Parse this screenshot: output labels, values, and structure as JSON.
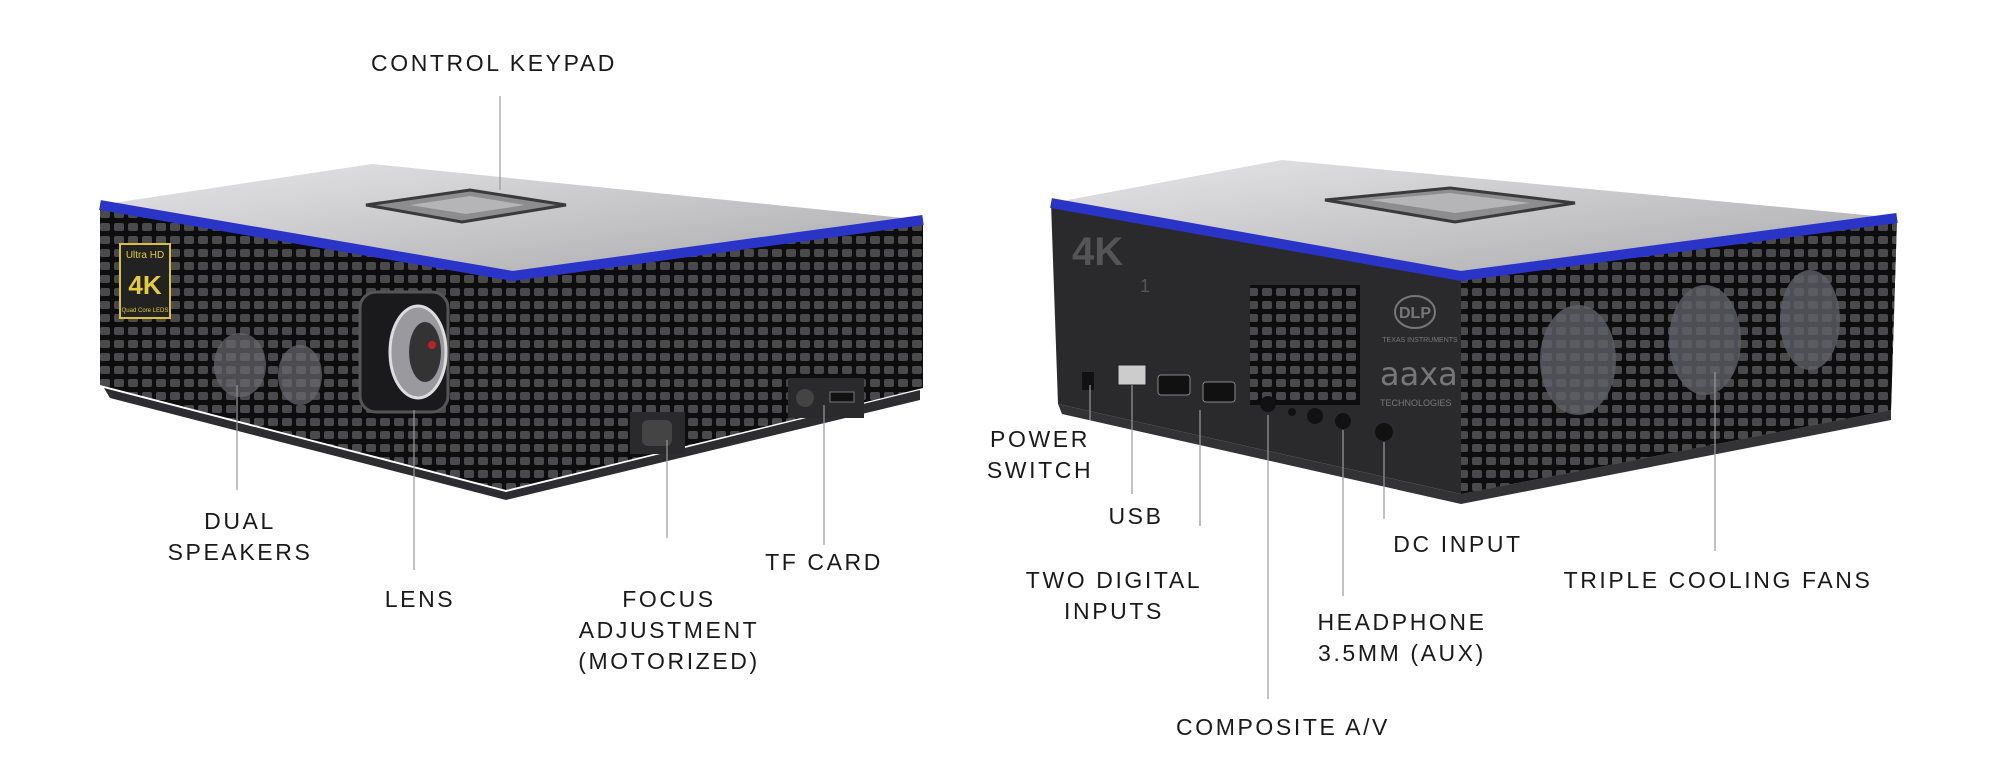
{
  "labels": {
    "control_keypad": "CONTROL KEYPAD",
    "dual_speakers": [
      "DUAL",
      "SPEAKERS"
    ],
    "lens": "LENS",
    "focus_adjustment": [
      "FOCUS",
      "ADJUSTMENT",
      "(MOTORIZED)"
    ],
    "tf_card": "TF CARD",
    "power_switch": [
      "POWER",
      "SWITCH"
    ],
    "usb": "USB",
    "two_digital_inputs": [
      "TWO DIGITAL",
      "INPUTS"
    ],
    "composite_av": "COMPOSITE A/V",
    "headphone": [
      "HEADPHONE",
      "3.5MM (AUX)"
    ],
    "dc_input": "DC INPUT",
    "triple_cooling_fans": "TRIPLE COOLING FANS"
  },
  "device_marks": {
    "badge": [
      "Ultra HD",
      "4K",
      "Quad Core LEDS"
    ],
    "model": "4K",
    "model_sub": "1",
    "dlp": "DLP",
    "ti": "TEXAS INSTRUMENTS",
    "brand": "aaxa",
    "brand_sub": "TECHNOLOGIES"
  },
  "colors": {
    "accent_blue": "#2a35c8",
    "body": "#1b1b1d",
    "top": "#c9c9cb"
  }
}
